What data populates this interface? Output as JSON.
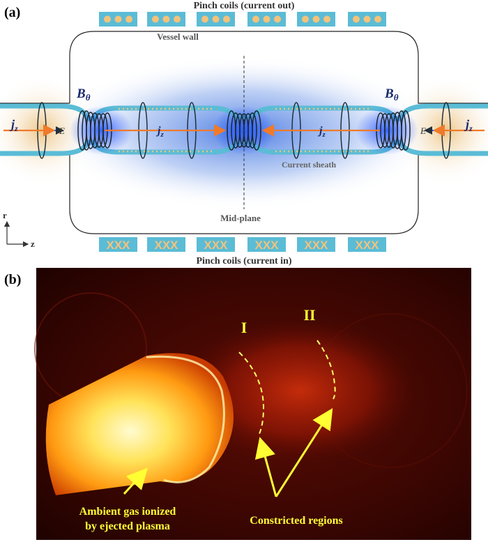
{
  "panel_a": {
    "label": "(a)",
    "top_coils_label": "Pinch coils (current out)",
    "bottom_coils_label": "Pinch coils (current in)",
    "vessel_wall_label": "Vessel wall",
    "current_sheath_label": "Current sheath",
    "mid_plane_label": "Mid-plane",
    "b_theta_left": "B",
    "b_theta_right": "B",
    "b_theta_sub": "θ",
    "jz_symbol": "j",
    "jz_sub": "z",
    "e_symbol": "E",
    "axis_r": "r",
    "axis_z": "z",
    "top_coil_marker": "circle-dots",
    "bottom_coil_marker": "x-marks",
    "coil_color": "#5bbcd6",
    "coil_marker_color": "#f4c27a"
  },
  "panel_b": {
    "label": "(b)",
    "region_1": "I",
    "region_2": "II",
    "annotation_gas_line1": "Ambient gas ionized",
    "annotation_gas_line2": "by ejected plasma",
    "annotation_constricted": "Constricted regions",
    "annotation_color": "#ffff33"
  }
}
